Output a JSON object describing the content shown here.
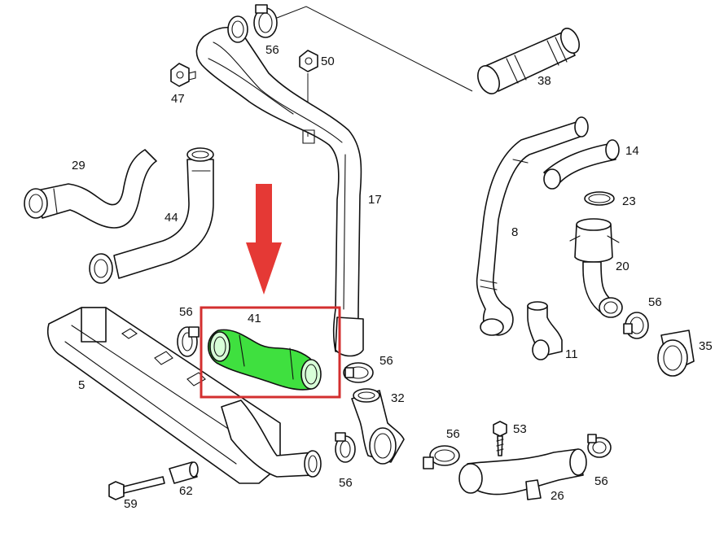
{
  "labels": {
    "p5": "5",
    "p8": "8",
    "p11": "11",
    "p14": "14",
    "p17": "17",
    "p20": "20",
    "p23": "23",
    "p26": "26",
    "p29": "29",
    "p32": "32",
    "p35": "35",
    "p38": "38",
    "p41": "41",
    "p44": "44",
    "p47": "47",
    "p50": "50",
    "p53": "53",
    "p56a": "56",
    "p56b": "56",
    "p56c": "56",
    "p56d": "56",
    "p56e": "56",
    "p56f": "56",
    "p56g": "56",
    "p59": "59",
    "p62": "62"
  },
  "highlight": {
    "part": "41",
    "box_color": "#d32f2f",
    "arrow_color": "#e53935",
    "fill_color": "#3fe03f"
  }
}
